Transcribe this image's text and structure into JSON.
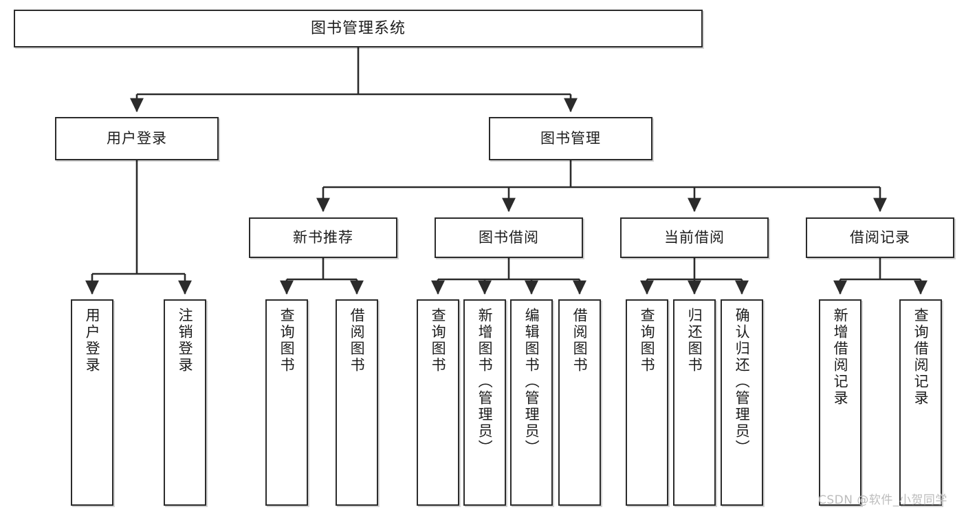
{
  "diagram": {
    "title": "图书管理系统",
    "type": "hierarchy-tree",
    "colors": {
      "box_border": "#2b2b2b",
      "box_fill": "#ffffff",
      "connector": "#2b2b2b",
      "text": "#1c1c1c",
      "watermark": "#bcbcbc",
      "background": "#ffffff"
    },
    "nodes": {
      "root": {
        "label": "图书管理系统"
      },
      "level2": [
        {
          "id": "user-login",
          "label": "用户登录"
        },
        {
          "id": "book-management",
          "label": "图书管理"
        }
      ],
      "level3": [
        {
          "id": "new-book-recommend",
          "label": "新书推荐"
        },
        {
          "id": "book-borrow",
          "label": "图书借阅"
        },
        {
          "id": "current-borrow",
          "label": "当前借阅"
        },
        {
          "id": "borrow-record",
          "label": "借阅记录"
        }
      ],
      "leaves": [
        {
          "id": "leaf-user-login",
          "label": "用户登录",
          "parent": "user-login"
        },
        {
          "id": "leaf-user-logout",
          "label": "注销登录",
          "parent": "user-login"
        },
        {
          "id": "leaf-query-book-1",
          "label": "查询图书",
          "parent": "new-book-recommend"
        },
        {
          "id": "leaf-borrow-book-1",
          "label": "借阅图书",
          "parent": "new-book-recommend"
        },
        {
          "id": "leaf-query-book-2",
          "label": "查询图书",
          "parent": "book-borrow"
        },
        {
          "id": "leaf-add-book",
          "label": "新增图书（管理员）",
          "parent": "book-borrow"
        },
        {
          "id": "leaf-edit-book",
          "label": "编辑图书（管理员）",
          "parent": "book-borrow"
        },
        {
          "id": "leaf-borrow-book-2",
          "label": "借阅图书",
          "parent": "book-borrow"
        },
        {
          "id": "leaf-query-book-3",
          "label": "查询图书",
          "parent": "current-borrow"
        },
        {
          "id": "leaf-return-book",
          "label": "归还图书",
          "parent": "current-borrow"
        },
        {
          "id": "leaf-confirm-return",
          "label": "确认归还（管理员）",
          "parent": "current-borrow"
        },
        {
          "id": "leaf-add-record",
          "label": "新增借阅记录",
          "parent": "borrow-record"
        },
        {
          "id": "leaf-query-record",
          "label": "查询借阅记录",
          "parent": "borrow-record"
        }
      ]
    },
    "watermark": "CSDN @软件_小贺同学"
  }
}
